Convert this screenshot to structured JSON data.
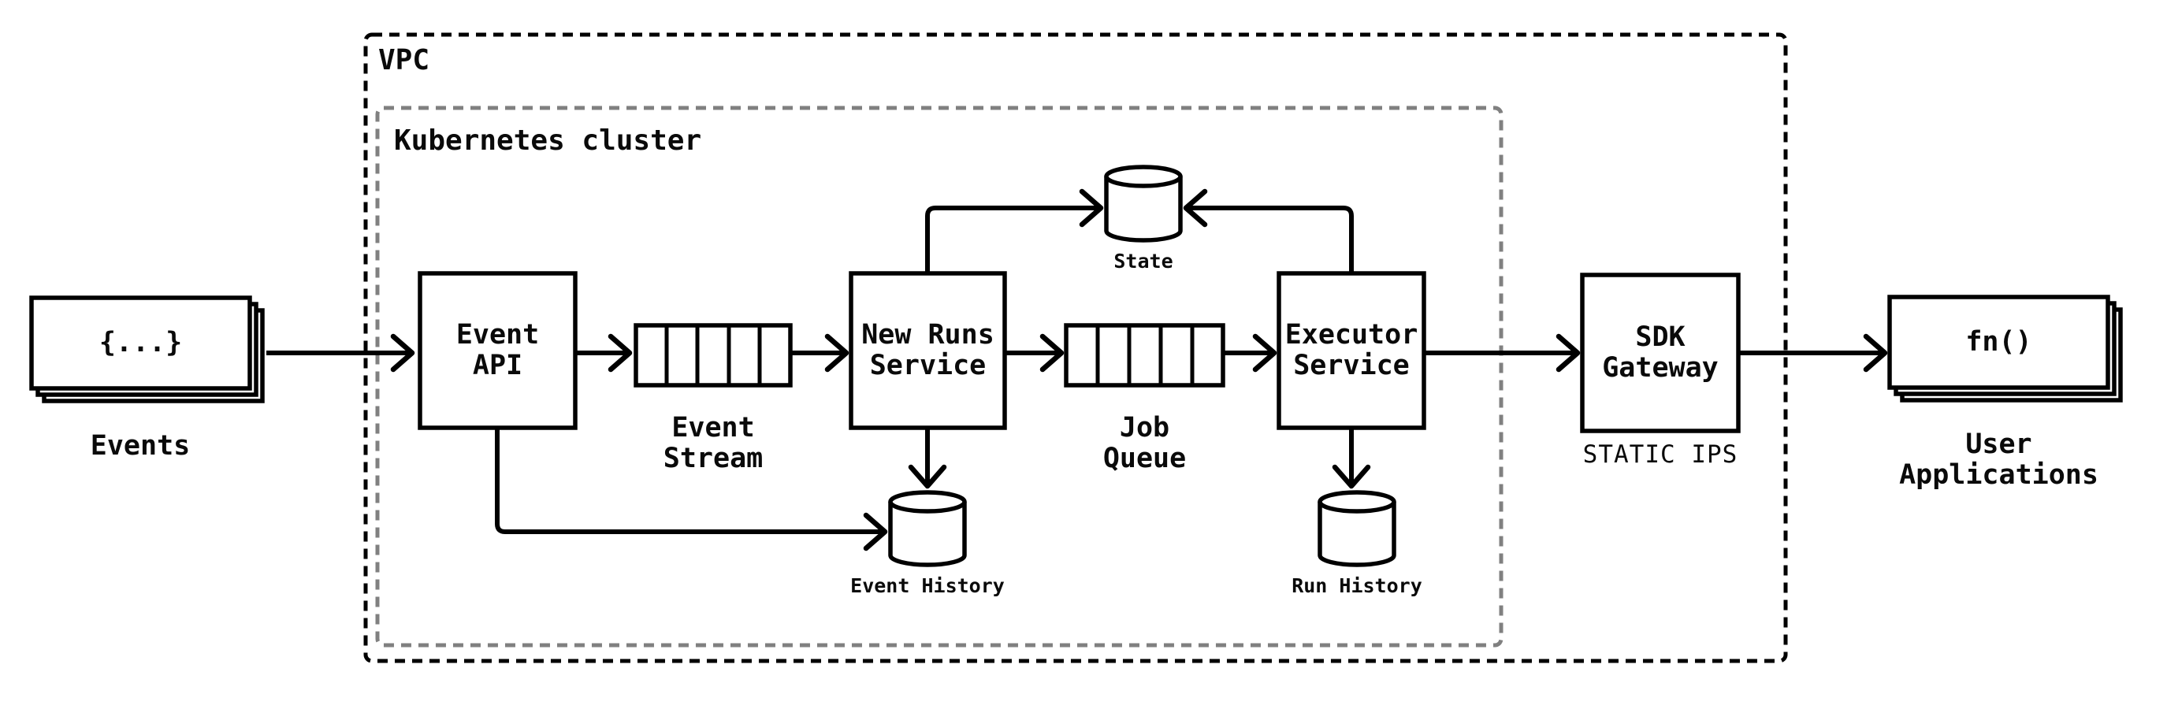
{
  "colors": {
    "background": "#ffffff",
    "line": "#000000",
    "vpc_border": "#000000",
    "cluster_border": "#808080"
  },
  "containers": {
    "vpc": {
      "label": "VPC"
    },
    "kubernetes_cluster": {
      "label": "Kubernetes cluster"
    }
  },
  "nodes": {
    "events": {
      "card_text": "{...}",
      "label": "Events"
    },
    "event_api": {
      "label": "Event\nAPI"
    },
    "event_stream": {
      "label": "Event\nStream"
    },
    "new_runs_service": {
      "label": "New Runs\nService"
    },
    "state": {
      "label": "State"
    },
    "job_queue": {
      "label": "Job\nQueue"
    },
    "executor_service": {
      "label": "Executor\nService"
    },
    "event_history": {
      "label": "Event History"
    },
    "run_history": {
      "label": "Run History"
    },
    "sdk_gateway": {
      "label": "SDK\nGateway",
      "sublabel": "STATIC IPS"
    },
    "user_applications": {
      "card_text": "fn()",
      "label": "User\nApplications"
    }
  },
  "edges": {
    "events_to_event_api": "Events to Event API",
    "event_api_to_event_stream": "Event API to Event Stream",
    "event_stream_to_new_runs": "Event Stream to New Runs Service",
    "new_runs_to_job_queue": "New Runs Service to Job Queue",
    "job_queue_to_executor": "Job Queue to Executor Service",
    "executor_to_sdk_gateway": "Executor Service to SDK Gateway",
    "sdk_gateway_to_user_apps": "SDK Gateway to User Applications",
    "new_runs_to_state": "New Runs Service to State",
    "executor_to_state": "Executor Service to State",
    "event_api_to_event_history": "Event API to Event History",
    "new_runs_to_event_history": "New Runs Service to Event History",
    "executor_to_run_history": "Executor Service to Run History"
  }
}
